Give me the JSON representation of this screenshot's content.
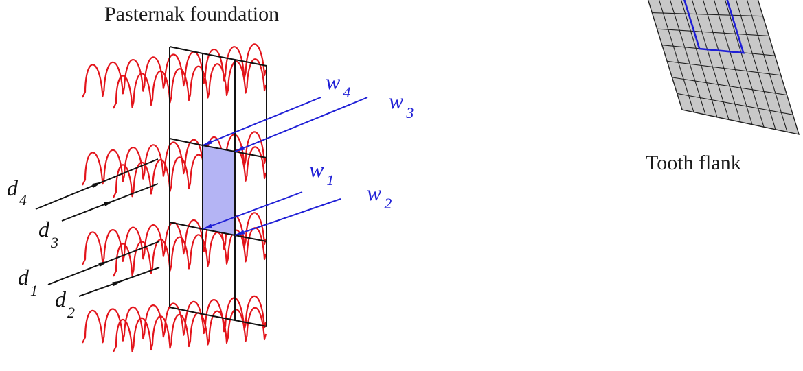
{
  "captions": {
    "foundation": "Pasternak foundation",
    "flank": "Tooth flank"
  },
  "labels": {
    "w4": {
      "base": "w",
      "sub": "4"
    },
    "w3": {
      "base": "w",
      "sub": "3"
    },
    "w1": {
      "base": "w",
      "sub": "1"
    },
    "w2": {
      "base": "w",
      "sub": "2"
    },
    "d4": {
      "base": "d",
      "sub": "4"
    },
    "d3": {
      "base": "d",
      "sub": "3"
    },
    "d1": {
      "base": "d",
      "sub": "1"
    },
    "d2": {
      "base": "d",
      "sub": "2"
    }
  },
  "colors": {
    "spring": "#e3141b",
    "arrow_w": "#1f1fd6",
    "frame": "#111111",
    "highlight_fill": "#b4b4f4",
    "mesh_fill": "#c8c8c8",
    "mesh_highlight": "#1f1fd6"
  }
}
